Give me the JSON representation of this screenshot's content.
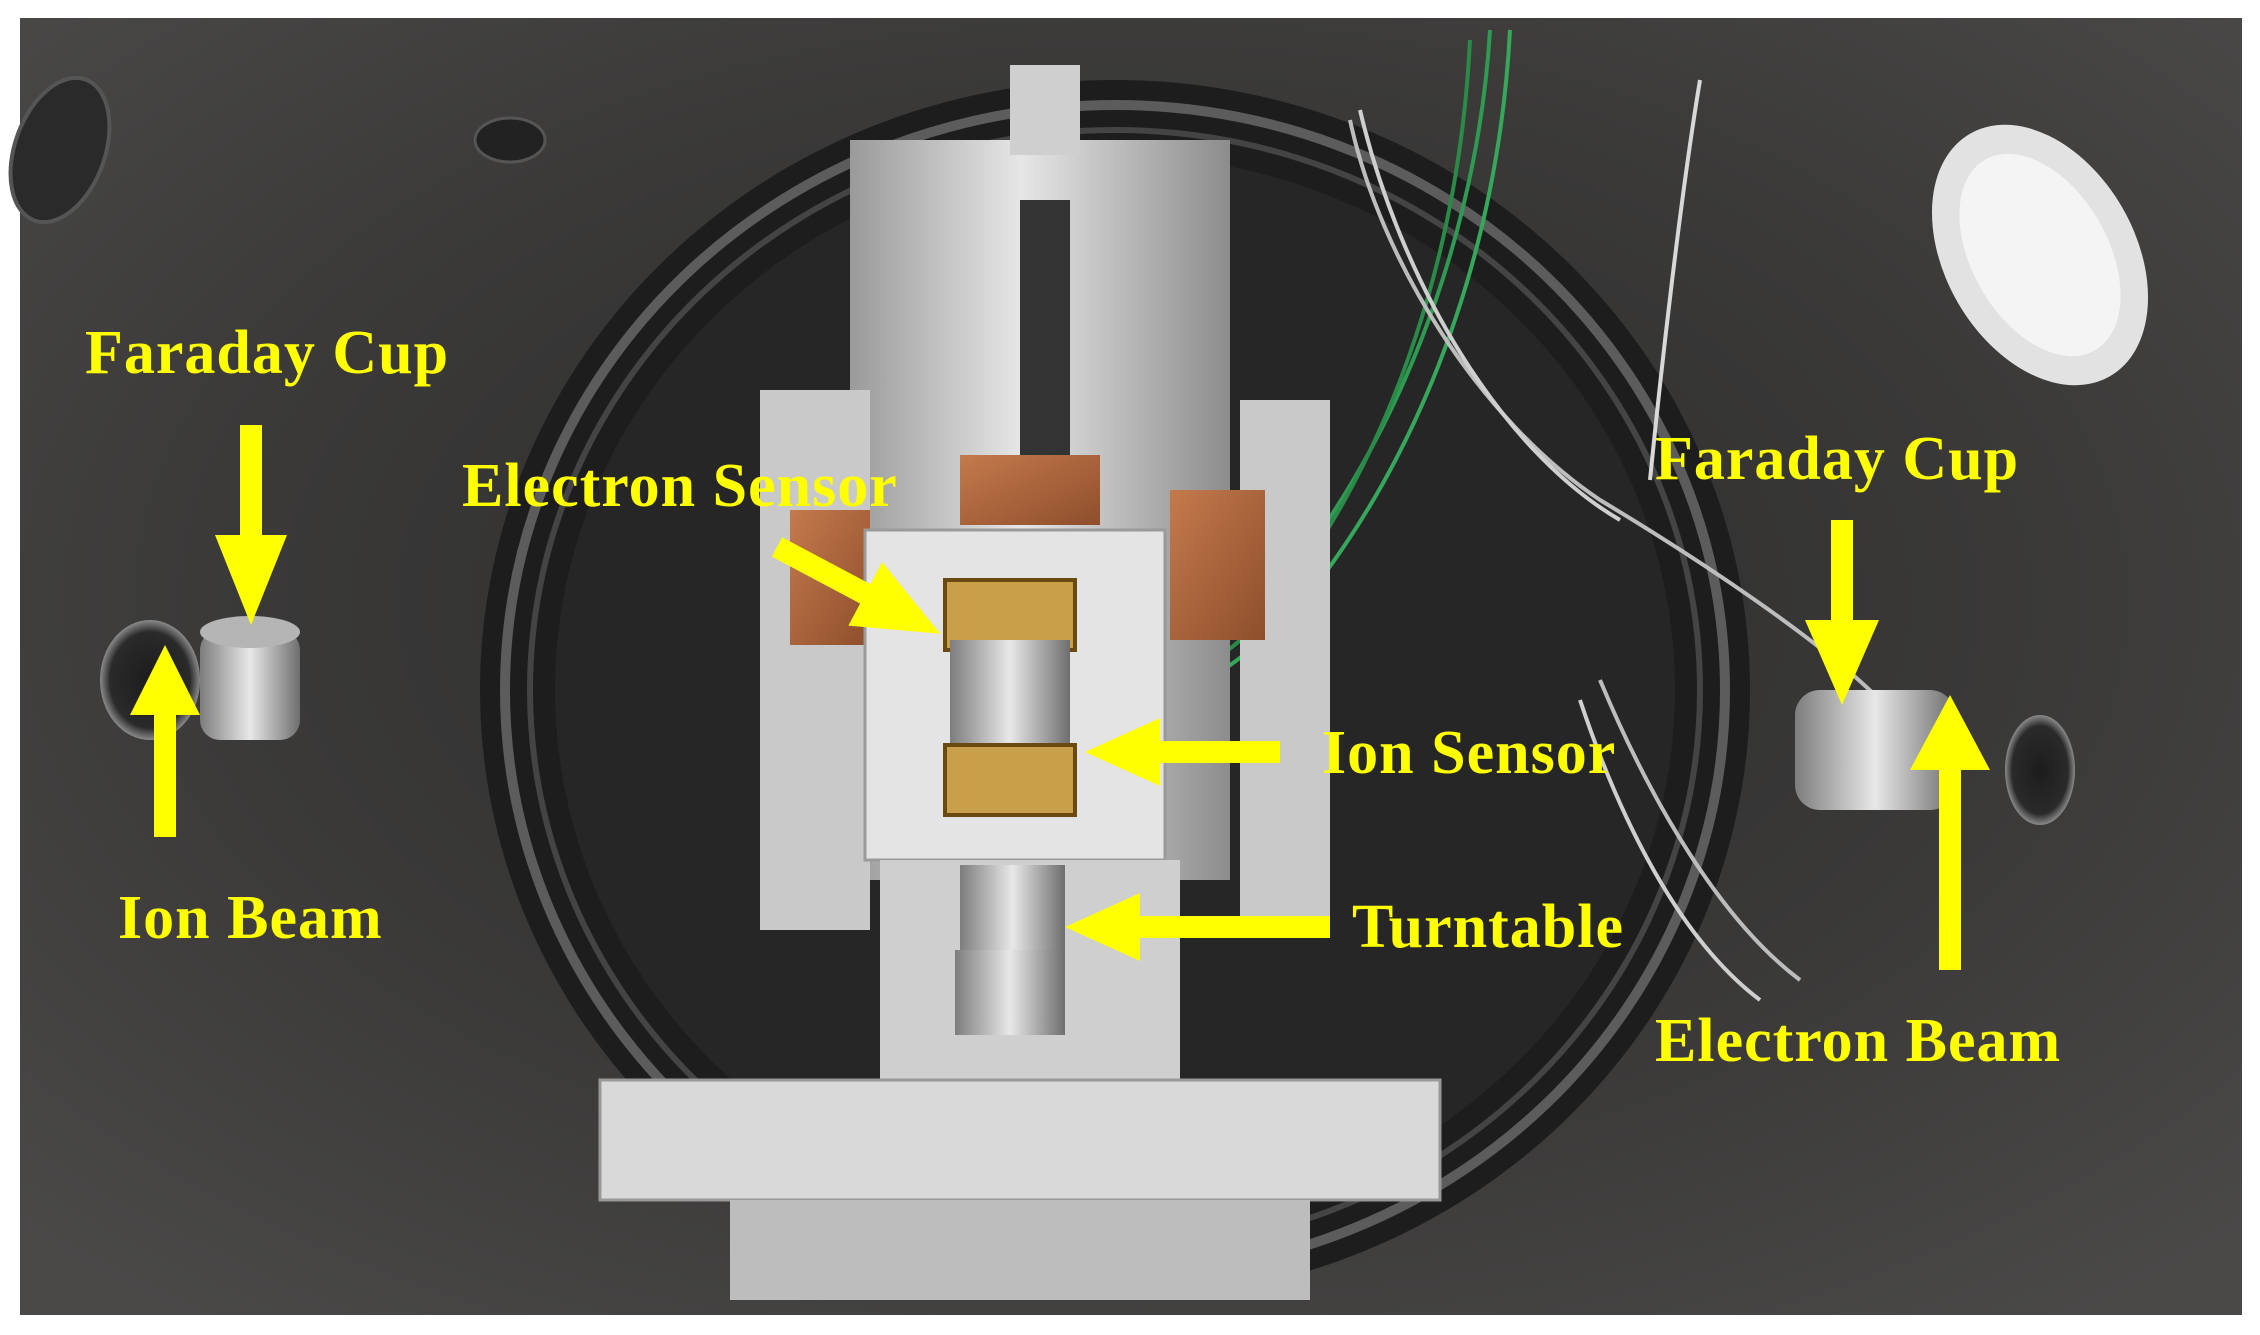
{
  "colors": {
    "label": "#ffff00",
    "arrow": "#ffff00",
    "chamber": "#3b3a39",
    "metal": "#d4d4d4",
    "copper": "#b4683f",
    "wire_green": "#2e9a52"
  },
  "labels": {
    "faraday_cup_left": "Faraday Cup",
    "ion_beam": "Ion Beam",
    "electron_sensor": "Electron Sensor",
    "ion_sensor": "Ion Sensor",
    "turntable": "Turntable",
    "faraday_cup_right": "Faraday Cup",
    "electron_beam": "Electron Beam"
  }
}
